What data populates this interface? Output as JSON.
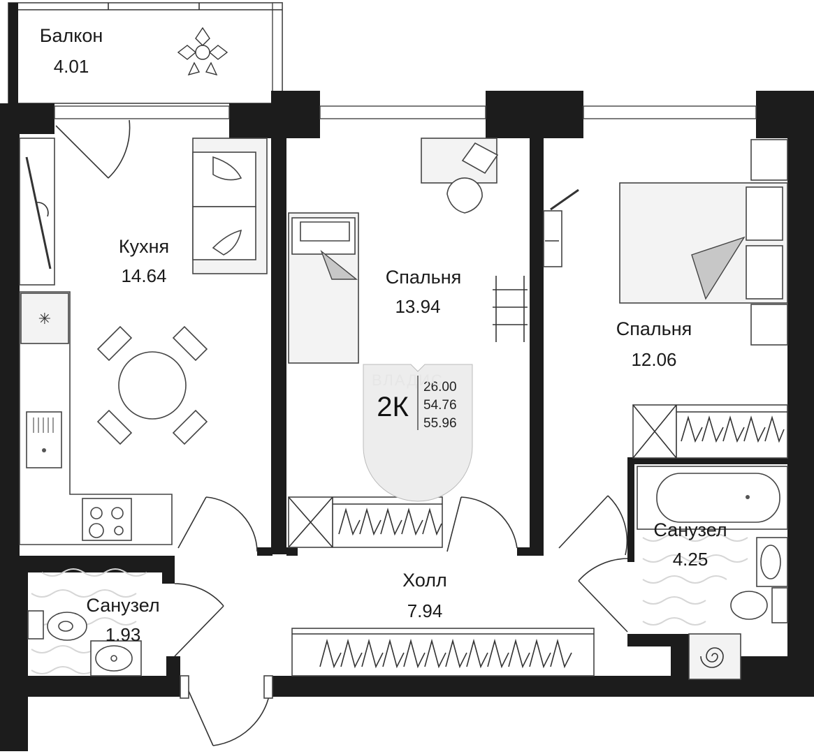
{
  "rooms": {
    "balcony": {
      "name": "Балкон",
      "area": "4.01"
    },
    "kitchen": {
      "name": "Кухня",
      "area": "14.64"
    },
    "bedroom1": {
      "name": "Спальня",
      "area": "13.94"
    },
    "bedroom2": {
      "name": "Спальня",
      "area": "12.06"
    },
    "hall": {
      "name": "Холл",
      "area": "7.94"
    },
    "bath_small": {
      "name": "Санузел",
      "area": "1.93"
    },
    "bath_large": {
      "name": "Санузел",
      "area": "4.25"
    }
  },
  "badge": {
    "type": "2К",
    "living_area": "26.00",
    "total_area": "54.76",
    "total_with_balcony": "55.96"
  },
  "watermark": "ВЛАДИС",
  "colors": {
    "wall": "#1c1c1c",
    "furniture_fill": "#f3f3f3",
    "tile": "#d6d6d6"
  }
}
